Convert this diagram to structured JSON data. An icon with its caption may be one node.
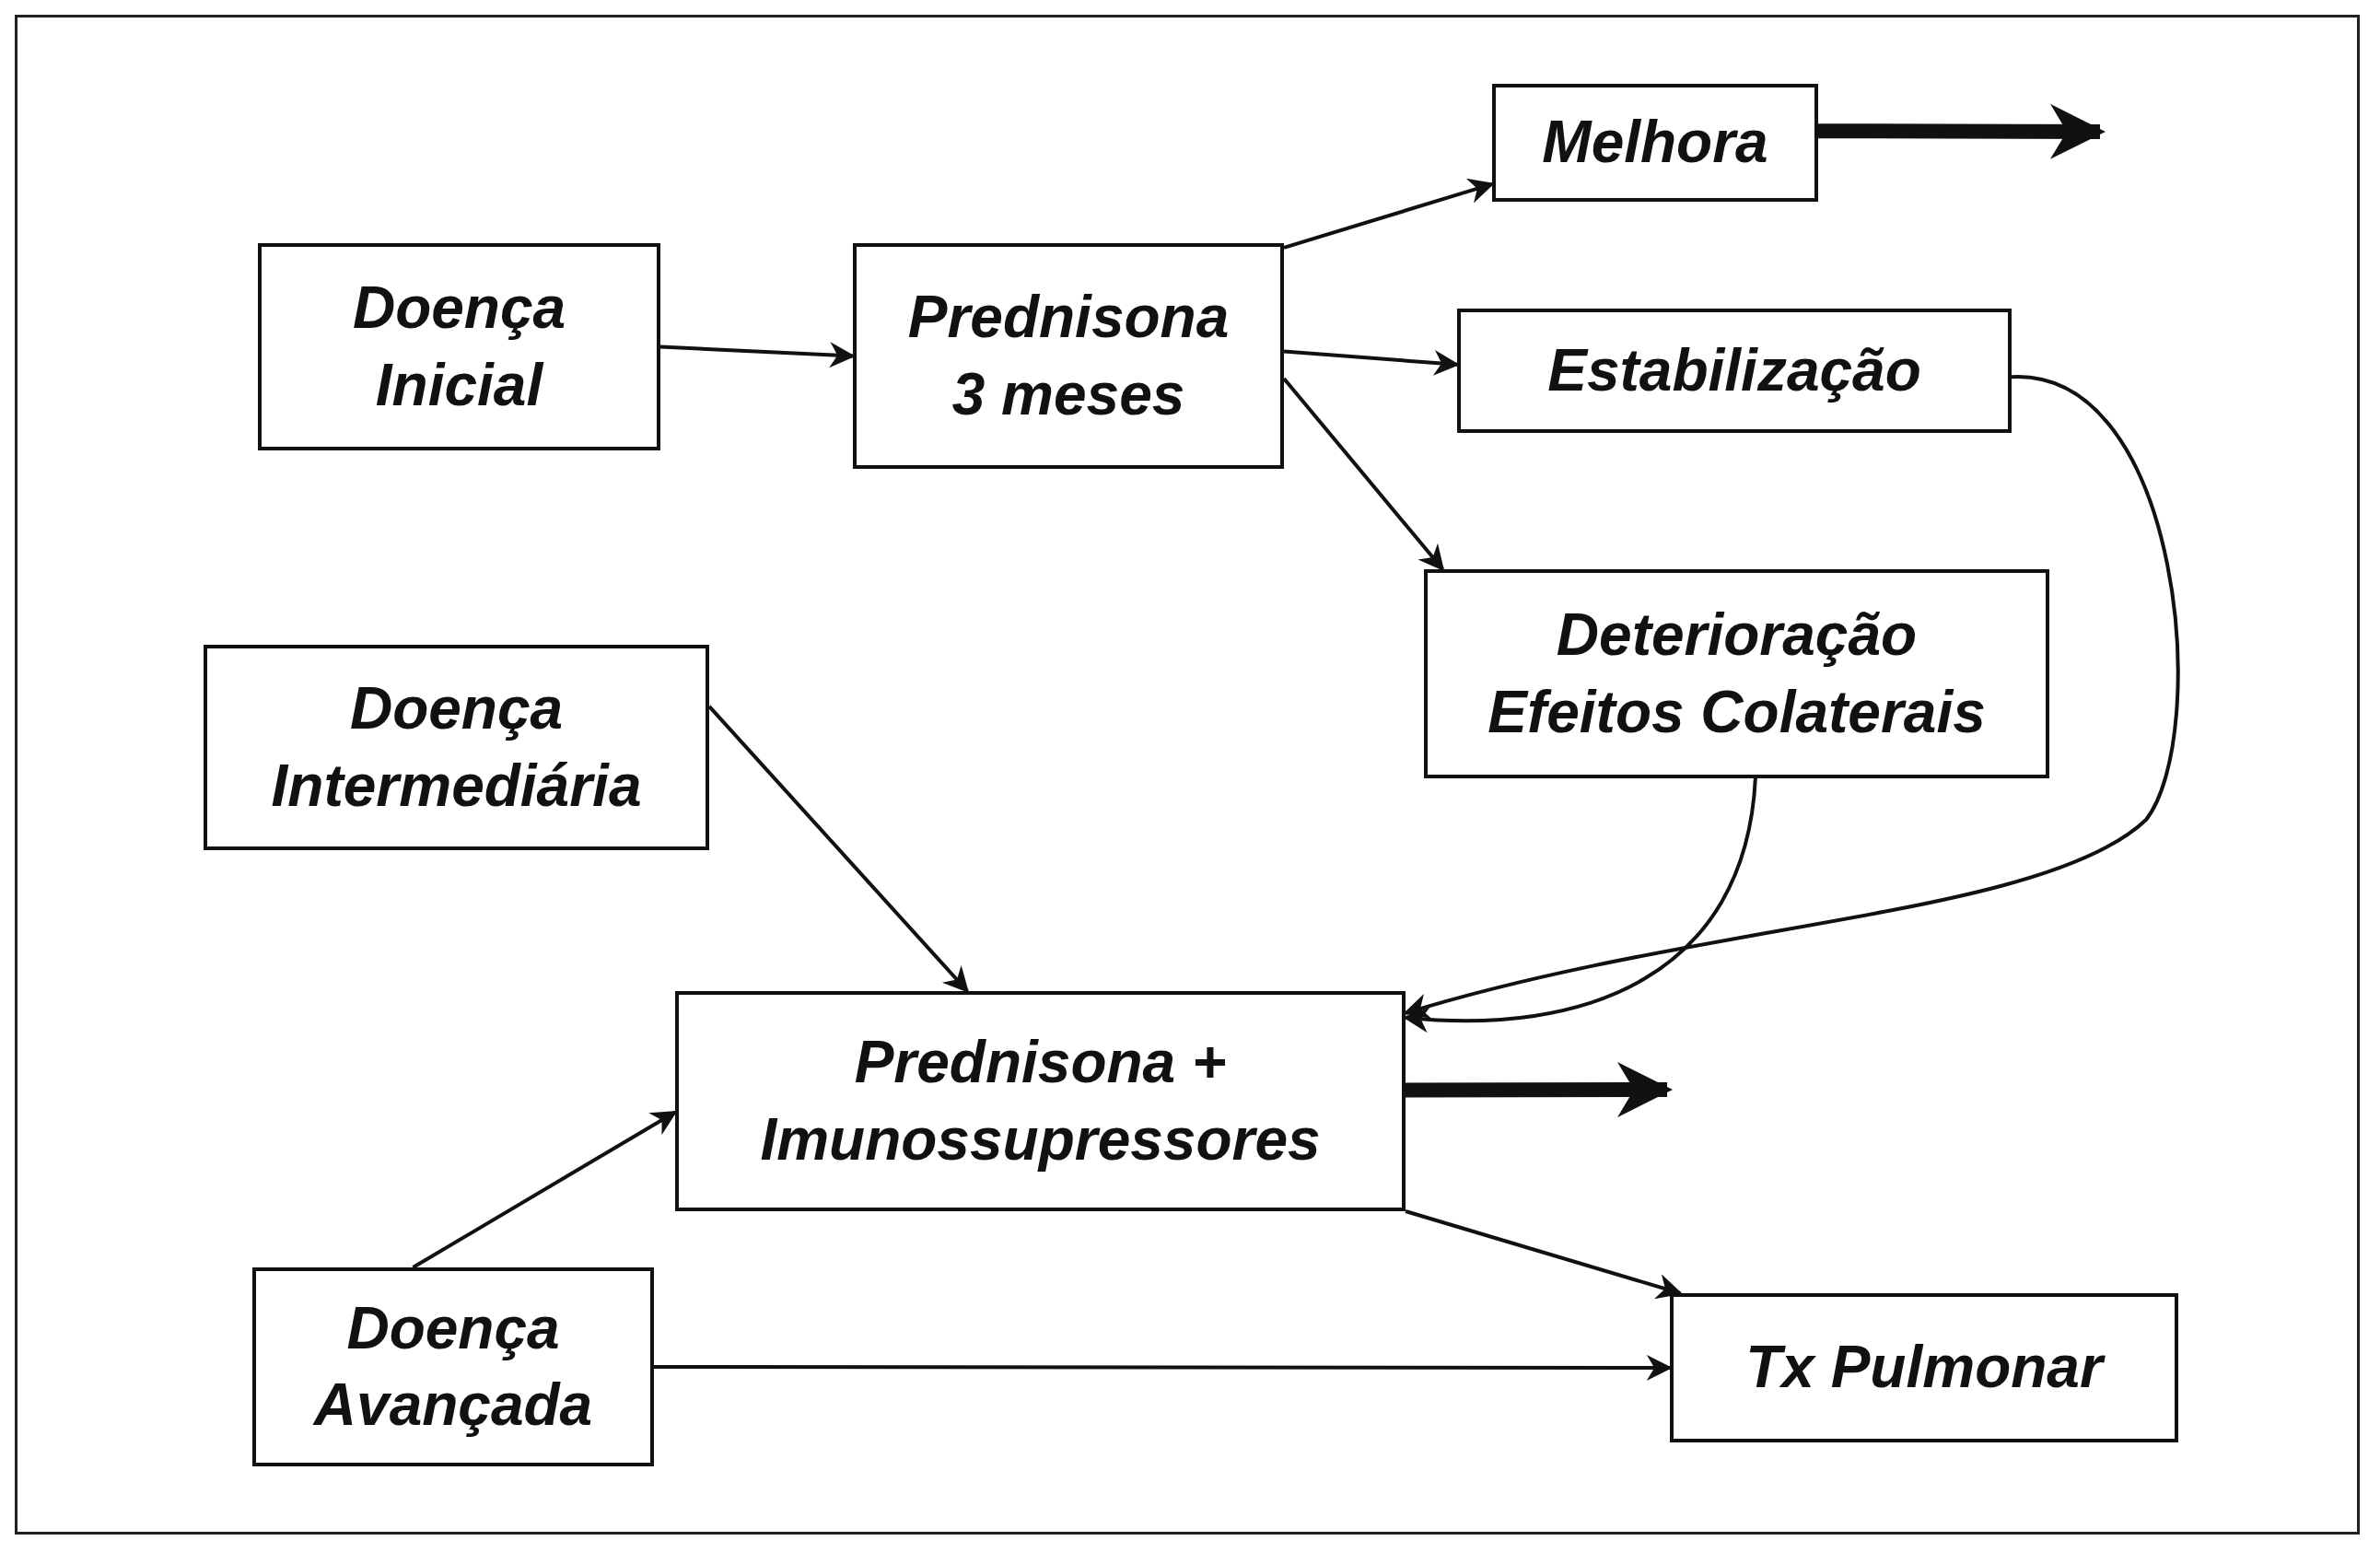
{
  "diagram": {
    "nodes": [
      {
        "text": [
          "Doença Inicial"
        ]
      },
      {
        "text": [
          "Prednisona 3 meses"
        ]
      },
      {
        "text": [
          "Melhora"
        ]
      },
      {
        "text": [
          "Estabilização"
        ]
      },
      {
        "text": [
          "Deterioração",
          "Efeitos Colaterais"
        ]
      },
      {
        "text": [
          "Doença Intermediária"
        ]
      },
      {
        "text": [
          "Prednisona + Imunossupressores"
        ]
      },
      {
        "text": [
          "Doença Avançada"
        ]
      },
      {
        "text": [
          "Tx Pulmonar"
        ]
      }
    ],
    "edges": [
      {
        "from": 0,
        "to": 1,
        "arrow": "to"
      },
      {
        "from": 1,
        "to": 2,
        "arrow": "to"
      },
      {
        "from": 1,
        "to": 3,
        "arrow": "to"
      },
      {
        "from": 1,
        "to": 4,
        "arrow": "to"
      },
      {
        "from": 3,
        "to": 6,
        "arrow": "to"
      },
      {
        "from": 4,
        "to": 6,
        "arrow": "to"
      },
      {
        "from": 5,
        "to": 6,
        "arrow": "to"
      },
      {
        "from": 7,
        "to": 6,
        "arrow": "to"
      },
      {
        "from": 6,
        "to": 8,
        "arrow": "to"
      },
      {
        "from": 7,
        "to": 8,
        "arrow": "to"
      },
      {
        "from": 2,
        "to": null,
        "arrow": "to",
        "style": "thick"
      },
      {
        "from": 6,
        "to": null,
        "arrow": "to",
        "style": "thick"
      }
    ]
  }
}
